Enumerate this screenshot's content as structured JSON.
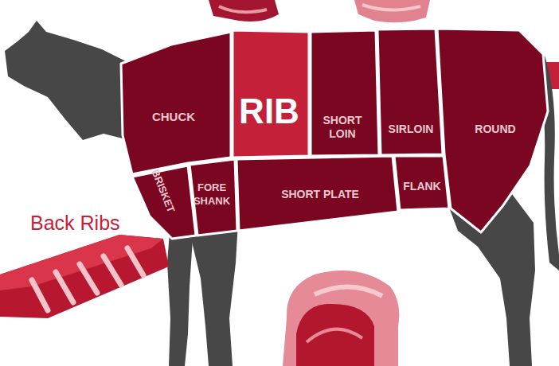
{
  "diagram": {
    "nodes": [
      {
        "text": [
          "CHUCK"
        ]
      },
      {
        "text": [
          "RIB"
        ]
      },
      {
        "text": [
          "SHORT LOIN"
        ]
      },
      {
        "text": [
          "SIRLOIN"
        ]
      },
      {
        "text": [
          "ROUND"
        ]
      },
      {
        "text": [
          "BRISKET"
        ]
      },
      {
        "text": [
          "FORE SHANK"
        ]
      },
      {
        "text": [
          "SHORT PLATE"
        ]
      },
      {
        "text": [
          "FLANK"
        ]
      }
    ],
    "labels": [
      "Back Ribs"
    ]
  }
}
